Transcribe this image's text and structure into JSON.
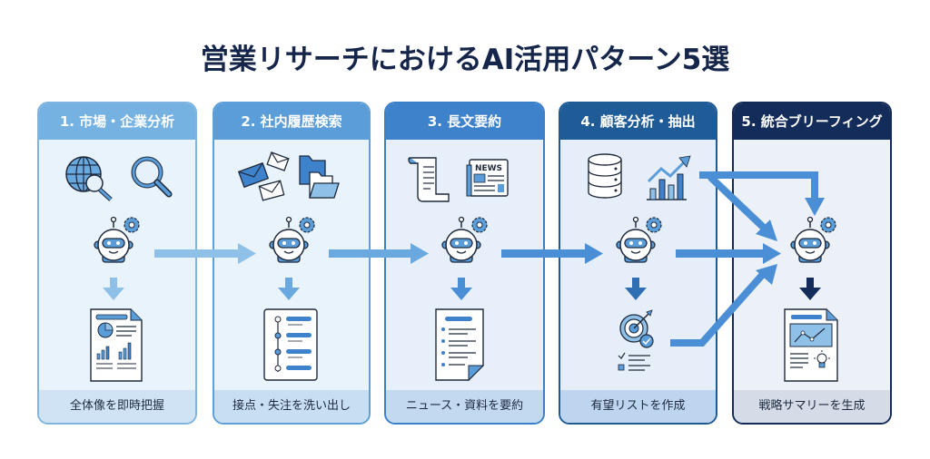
{
  "title": "営業リサーチにおけるAI活用パターン5選",
  "cards": [
    {
      "header": "1. 市場・企業分析",
      "caption": "全体像を即時把握",
      "icons": [
        "globe-search-icon",
        "magnifier-icon"
      ],
      "output_icon": "report-chart-document-icon"
    },
    {
      "header": "2. 社内履歴検索",
      "caption": "接点・失注を洗い出し",
      "icons": [
        "envelopes-icon",
        "folders-icon"
      ],
      "output_icon": "timeline-list-document-icon"
    },
    {
      "header": "3. 長文要約",
      "caption": "ニュース・資料を要約",
      "icons": [
        "scroll-document-icon",
        "newspaper-icon"
      ],
      "output_icon": "bullet-summary-document-icon",
      "newspaper_label": "NEWS"
    },
    {
      "header": "4. 顧客分析・抽出",
      "caption": "有望リストを作成",
      "icons": [
        "database-icon",
        "growth-chart-icon"
      ],
      "output_icon": "target-checklist-icon"
    },
    {
      "header": "5. 統合ブリーフィング",
      "caption": "戦略サマリーを生成",
      "icons": [],
      "output_icon": "strategy-report-icon"
    }
  ],
  "colors": {
    "title": "#15264a",
    "arrow": "#4a8ed6",
    "arrow_light": "#7ab5e3",
    "arrow_dark": "#142c5a",
    "icon_fill": "#5a9dd8",
    "icon_stroke": "#1f2a3c"
  }
}
